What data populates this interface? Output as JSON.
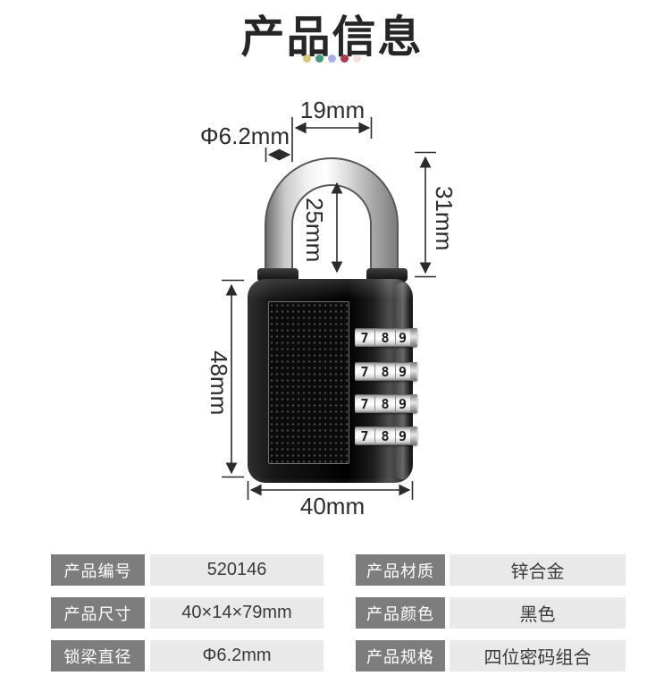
{
  "header": {
    "title": "产品信息",
    "dots": [
      "#d8c87d",
      "#3f9d7b",
      "#a5b0e8",
      "#ad3a4c",
      "#f3dfdd"
    ]
  },
  "diagram": {
    "dim_shackle_inner_width": "19mm",
    "dim_shackle_diameter": "Φ6.2mm",
    "dim_shackle_inner_height": "25mm",
    "dim_shackle_outer_height": "31mm",
    "dim_body_height": "48mm",
    "dim_body_width": "40mm",
    "dial_digits": [
      "7",
      "8",
      "9"
    ]
  },
  "spec_table": {
    "left": [
      {
        "label": "产品编号",
        "value": "520146"
      },
      {
        "label": "产品尺寸",
        "value": "40×14×79mm"
      },
      {
        "label": "锁梁直径",
        "value": "Φ6.2mm"
      }
    ],
    "right": [
      {
        "label": "产品材质",
        "value": "锌合金"
      },
      {
        "label": "产品颜色",
        "value": "黑色"
      },
      {
        "label": "产品规格",
        "value": "四位密码组合"
      }
    ]
  },
  "colors": {
    "title_text": "#262626",
    "dimension_lines": "#2b2b2b",
    "table_label_bg": "#7d7d7d",
    "table_label_text": "#ffffff",
    "table_value_bg": "#e9e9e9",
    "table_value_text": "#3a3a3a",
    "lock_body": "#111111",
    "shackle_metal": "#c8c8c8"
  }
}
